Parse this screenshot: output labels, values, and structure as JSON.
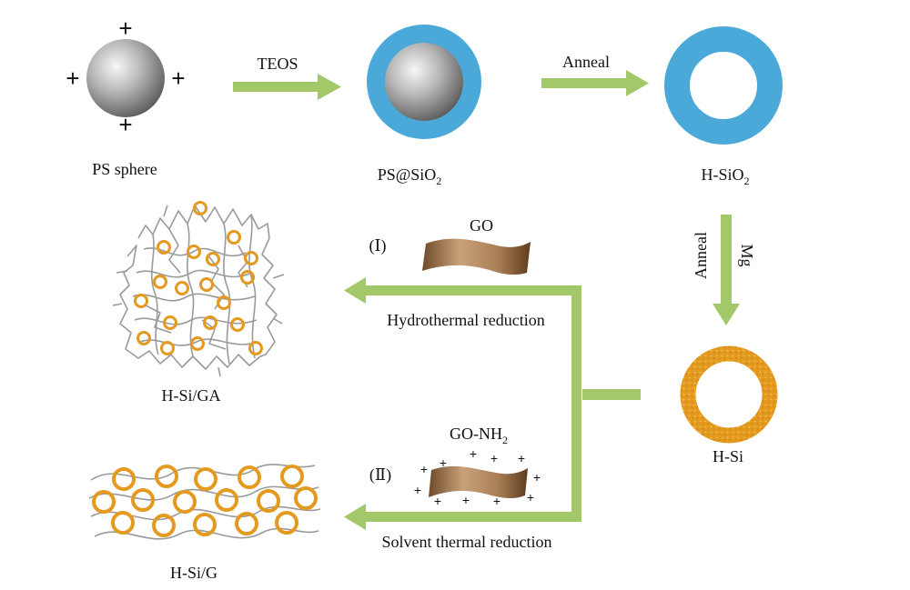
{
  "steps": {
    "ps_sphere_label": "PS sphere",
    "teos_label": "TEOS",
    "ps_sio2_label_main": "PS@SiO",
    "ps_sio2_label_sub": "2",
    "anneal_top_label": "Anneal",
    "h_sio2_label_main": "H-SiO",
    "h_sio2_label_sub": "2",
    "anneal_vertical_label": "Anneal",
    "mg_label": "Mg",
    "h_si_label": "H-Si"
  },
  "route_1": {
    "roman": "(Ⅰ)",
    "reagent": "GO",
    "process": "Hydrothermal reduction",
    "product": "H-Si/GA"
  },
  "route_2": {
    "roman": "(Ⅱ)",
    "reagent_main": "GO-NH",
    "reagent_sub": "2",
    "process": "Solvent thermal reduction",
    "product": "H-Si/G"
  },
  "charge_symbol": "+",
  "colors": {
    "arrow_green": "#a3c86a",
    "silica_blue": "#4aa9d8",
    "silicon_orange": "#e39a1e",
    "graphene_gray": "#9a9a9a",
    "go_brown": "#a9825a"
  }
}
